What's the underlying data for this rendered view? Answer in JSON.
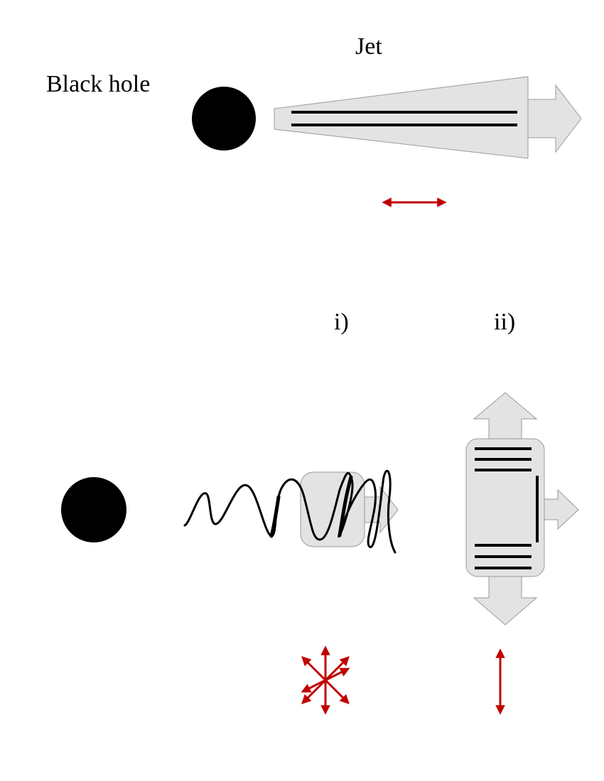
{
  "labels": {
    "black_hole": "Black hole",
    "jet": "Jet",
    "case_i": "i)",
    "case_ii": "ii)"
  },
  "colors": {
    "black_hole": "#000000",
    "jet_fill": "#e3e3e3",
    "jet_stroke": "#9a9a9a",
    "field_lines": "#000000",
    "polarization_arrow": "#c00000"
  },
  "icons": {
    "polarization_parallel": "double-headed-arrow-horizontal",
    "polarization_random": "multi-directional-arrows",
    "polarization_perpendicular": "double-headed-arrow-vertical"
  }
}
